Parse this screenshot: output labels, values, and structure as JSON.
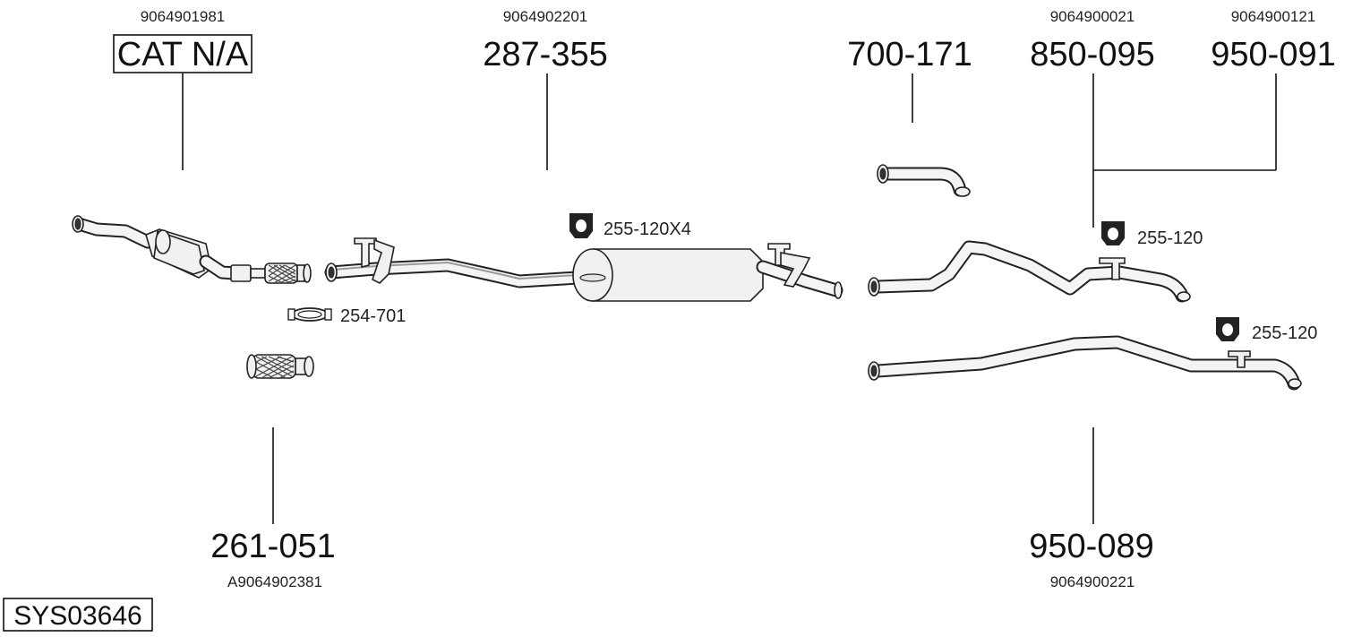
{
  "diagram": {
    "system_code": "SYS03646",
    "parts": {
      "catalyst": {
        "oem": "9064901981",
        "number": "CAT N/A"
      },
      "front_pipe": {
        "oem": "9064902201",
        "number": "287-355"
      },
      "tail_end": {
        "number": "700-171"
      },
      "rear_pipe_a": {
        "oem": "9064900021",
        "number": "850-095"
      },
      "rear_pipe_b": {
        "oem": "9064900121",
        "number": "950-091"
      },
      "flex_pipe": {
        "oem": "A9064902381",
        "number": "261-051"
      },
      "rear_pipe_c": {
        "oem": "9064900221",
        "number": "950-089"
      }
    },
    "accessories": {
      "mount_main": "255-120X4",
      "clamp": "254-701",
      "mount_upper": "255-120",
      "mount_lower": "255-120"
    }
  }
}
